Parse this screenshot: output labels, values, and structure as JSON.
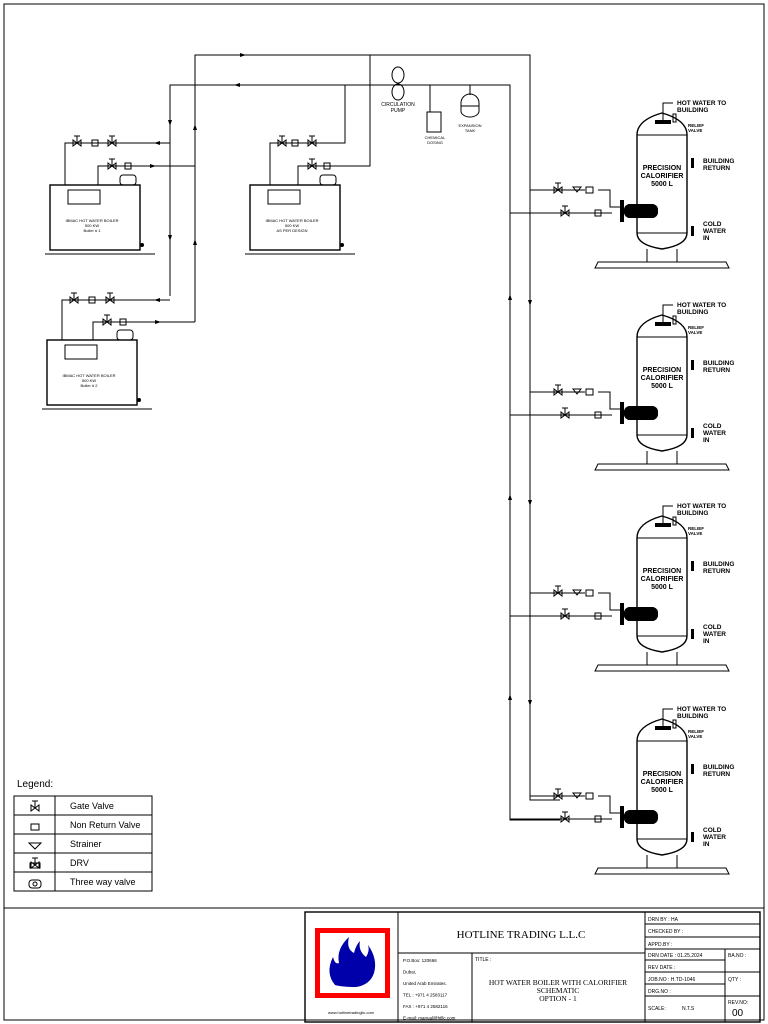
{
  "boilers": [
    {
      "line1": "IBMAC HOT WATER BOILER",
      "line2": "500 KW",
      "line3": "Boiler # 1"
    },
    {
      "line1": "IBMAC HOT WATER BOILER",
      "line2": "500 KW",
      "line3": "AS PER DESIGN"
    },
    {
      "line1": "IBMAC HOT WATER BOILER",
      "line2": "500 KW",
      "line3": "Boiler # 2"
    }
  ],
  "equipment": {
    "pump": [
      "CIRCULATION",
      "PUMP"
    ],
    "dosing": [
      "CHEMICAL",
      "DOSING"
    ],
    "tank": [
      "EXPANSION",
      "TANK"
    ]
  },
  "calorifier": {
    "name": [
      "PRECISION",
      "CALORIFIER",
      "5000  L"
    ],
    "hot": [
      "HOT WATER TO",
      "BUILDING"
    ],
    "relief": [
      "RELIEF",
      "VALVE"
    ],
    "ret": [
      "BUILDING",
      "RETURN"
    ],
    "cold": [
      "COLD",
      "WATER",
      "IN"
    ]
  },
  "legend": {
    "title": "Legend:",
    "items": [
      {
        "label": "Gate Valve",
        "icon": "gate-valve-icon"
      },
      {
        "label": "Non Return Valve",
        "icon": "non-return-valve-icon"
      },
      {
        "label": "Strainer",
        "icon": "strainer-icon"
      },
      {
        "label": "DRV",
        "icon": "drv-icon"
      },
      {
        "label": "Three way valve",
        "icon": "three-way-valve-icon"
      }
    ]
  },
  "titleblock": {
    "company": "HOTLINE TRADING L.L.C",
    "website": "www.hotlinetradingllc.com",
    "address": [
      "P.O.Box: 120666",
      "Dubai,",
      "United Arab Emirates.",
      "TEL : +971 4 2583117",
      "FAX : +971 4 2582116",
      "E-mail: manual@htllc.com"
    ],
    "title_label": "TITLE :",
    "title": [
      "HOT WATER BOILER WITH CALORIFIER",
      "SCHEMATIC",
      "OPTION - 1"
    ],
    "drn_by": "DRN BY :  HA",
    "checked_by": "CHECKED BY :",
    "appd_by": "APPD.BY :",
    "drn_date": "DRN DATE : 01.25.2024",
    "rev_date": "REV DATE :",
    "job_no": "JOB.NO : H.TD-1046",
    "drg_no": "DRG.NO :",
    "scale_label": "SCALE:",
    "scale": "N.T.S",
    "ba_no": "BA.NO :",
    "qty": "QTY :",
    "rev_label": "REV.NO:",
    "rev": "00",
    "logo_colors": {
      "border": "#ff0000",
      "flame": "#0000aa"
    }
  }
}
